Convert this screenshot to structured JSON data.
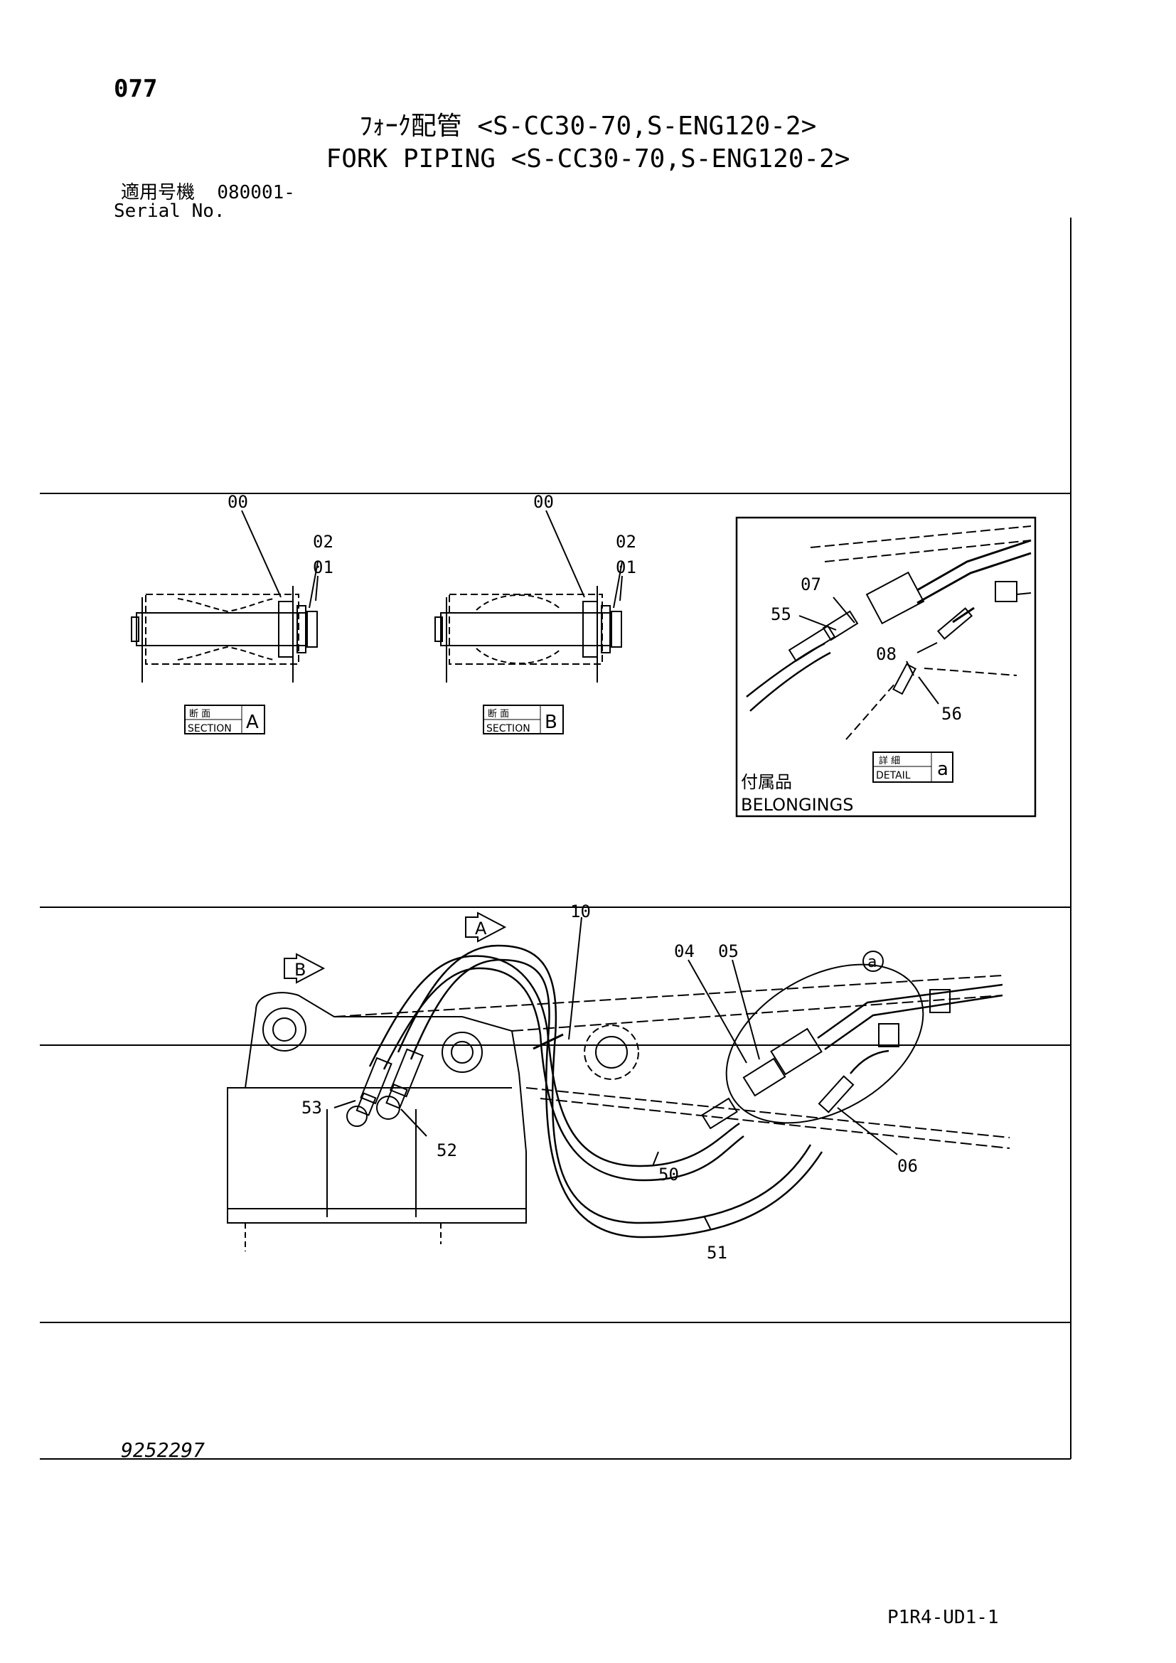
{
  "page_number": "077",
  "title_jp": "ﾌｫｰｸ配管 <S-CC30-70,S-ENG120-2>",
  "title_en": "FORK PIPING <S-CC30-70,S-ENG120-2>",
  "serial": {
    "label_jp": "適用号機",
    "value": "080001-",
    "label_en": "Serial No."
  },
  "section_a": {
    "callouts": [
      "00",
      "02",
      "01"
    ],
    "label_jp": "断  面",
    "label_en": "SECTION",
    "letter": "A"
  },
  "section_b": {
    "callouts": [
      "00",
      "02",
      "01"
    ],
    "label_jp": "断  面",
    "label_en": "SECTION",
    "letter": "B"
  },
  "detail_a": {
    "callouts": [
      "07",
      "55",
      "08",
      "56"
    ],
    "label_jp": "詳  細",
    "label_en": "DETAIL",
    "letter": "a",
    "belongings_jp": "付属品",
    "belongings_en": "BELONGINGS"
  },
  "main_view": {
    "view_markers": [
      "A",
      "B"
    ],
    "detail_marker": "a",
    "callouts": [
      "10",
      "04",
      "05",
      "53",
      "52",
      "50",
      "06",
      "51"
    ]
  },
  "document_number": "9252297",
  "page_code": "P1R4-UD1-1"
}
